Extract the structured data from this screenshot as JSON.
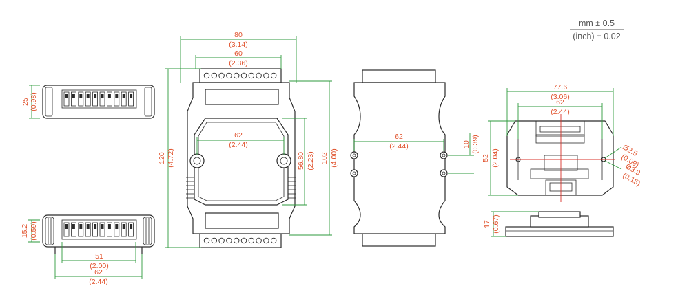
{
  "tolerance": {
    "mm": "mm ± 0.5",
    "inch": "(inch) ± 0.02"
  },
  "dims": {
    "w80": "80",
    "w80in": "(3.14)",
    "w60": "60",
    "w60in": "(2.36)",
    "h120": "120",
    "h120in": "(4.72)",
    "h102": "102",
    "h102in": "(4.00)",
    "h56": "56.80",
    "h56in": "(2.23)",
    "w62a": "62",
    "w62ain": "(2.44)",
    "w62b": "62",
    "w62bin": "(2.44)",
    "h10": "10",
    "h10in": "(0.39)",
    "h25": "25",
    "h25in": "(0.98)",
    "h15": "15.2",
    "h15in": "(0.59)",
    "w51": "51",
    "w51in": "(2.00)",
    "w62c": "62",
    "w62cin": "(2.44)",
    "w77": "77.6",
    "w77in": "(3.06)",
    "w62d": "62",
    "w62din": "(2.44)",
    "h52": "52",
    "h52in": "(2.04)",
    "d25": "Ø2.5",
    "d25in": "(0.09)",
    "d39": "Ø3.9",
    "d39in": "(0.15)",
    "h17": "17",
    "h17in": "(0.67)"
  }
}
